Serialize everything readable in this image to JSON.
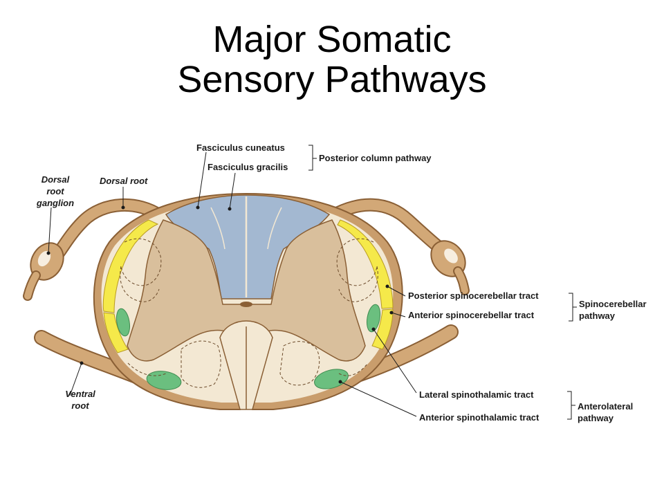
{
  "title": {
    "line1": "Major Somatic",
    "line2": "Sensory Pathways"
  },
  "labels": {
    "fasciculus_cuneatus": "Fasciculus cuneatus",
    "fasciculus_gracilis": "Fasciculus gracilis",
    "posterior_column_pathway": "Posterior column pathway",
    "dorsal_root_ganglion": [
      "Dorsal",
      "root",
      "ganglion"
    ],
    "dorsal_root": "Dorsal root",
    "ventral_root": [
      "Ventral",
      "root"
    ],
    "posterior_spinocerebellar": "Posterior spinocerebellar tract",
    "anterior_spinocerebellar": "Anterior spinocerebellar tract",
    "spinocerebellar_pathway": [
      "Spinocerebellar",
      "pathway"
    ],
    "lateral_spinothalamic": "Lateral spinothalamic tract",
    "anterior_spinothalamic": "Anterior spinothalamic tract",
    "anterolateral_pathway": [
      "Anterolateral",
      "pathway"
    ]
  },
  "colors": {
    "white_matter": "#f3e8d3",
    "gray_matter": "#d9bf9c",
    "root": "#c99d6c",
    "posterior_column": "#a3b8d1",
    "spinocerebellar": "#f5e94a",
    "spinothalamic": "#6bbf7f"
  }
}
